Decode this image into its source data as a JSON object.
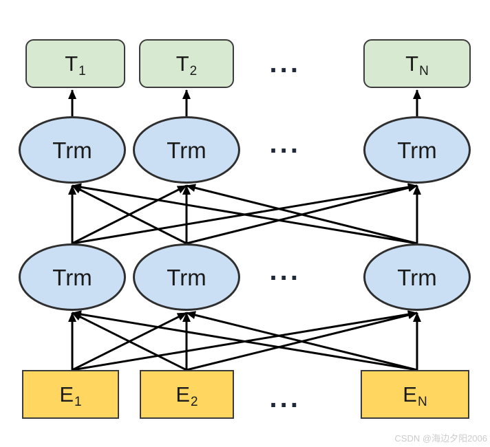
{
  "diagram": {
    "nodes": {
      "outputs": [
        {
          "base": "T",
          "sub": "1"
        },
        {
          "base": "T",
          "sub": "2"
        },
        {
          "base": "T",
          "sub": "N"
        }
      ],
      "trm_upper": [
        "Trm",
        "Trm",
        "Trm"
      ],
      "trm_lower": [
        "Trm",
        "Trm",
        "Trm"
      ],
      "embeddings": [
        {
          "base": "E",
          "sub": "1"
        },
        {
          "base": "E",
          "sub": "2"
        },
        {
          "base": "E",
          "sub": "N"
        }
      ]
    },
    "ellipsis": "...",
    "edges": {
      "trm_upper_to_outputs": [
        [
          0,
          0
        ],
        [
          1,
          1
        ],
        [
          2,
          2
        ]
      ],
      "trm_lower_to_trm_upper": [
        [
          0,
          0
        ],
        [
          0,
          1
        ],
        [
          0,
          2
        ],
        [
          1,
          0
        ],
        [
          1,
          1
        ],
        [
          1,
          2
        ],
        [
          2,
          0
        ],
        [
          2,
          1
        ],
        [
          2,
          2
        ]
      ],
      "embeddings_to_trm_lower": [
        [
          0,
          0
        ],
        [
          0,
          1
        ],
        [
          0,
          2
        ],
        [
          1,
          0
        ],
        [
          1,
          1
        ],
        [
          1,
          2
        ],
        [
          2,
          0
        ],
        [
          2,
          1
        ],
        [
          2,
          2
        ]
      ]
    },
    "colors": {
      "output_fill": "#d8e9d2",
      "trm_fill": "#cbdff4",
      "embedding_fill": "#ffd760",
      "node_border": "#3b3b3b",
      "arrow": "#000000",
      "dots": "#1f2937",
      "watermark": "#cccccc"
    },
    "watermark": "CSDN @海边夕阳2006"
  }
}
